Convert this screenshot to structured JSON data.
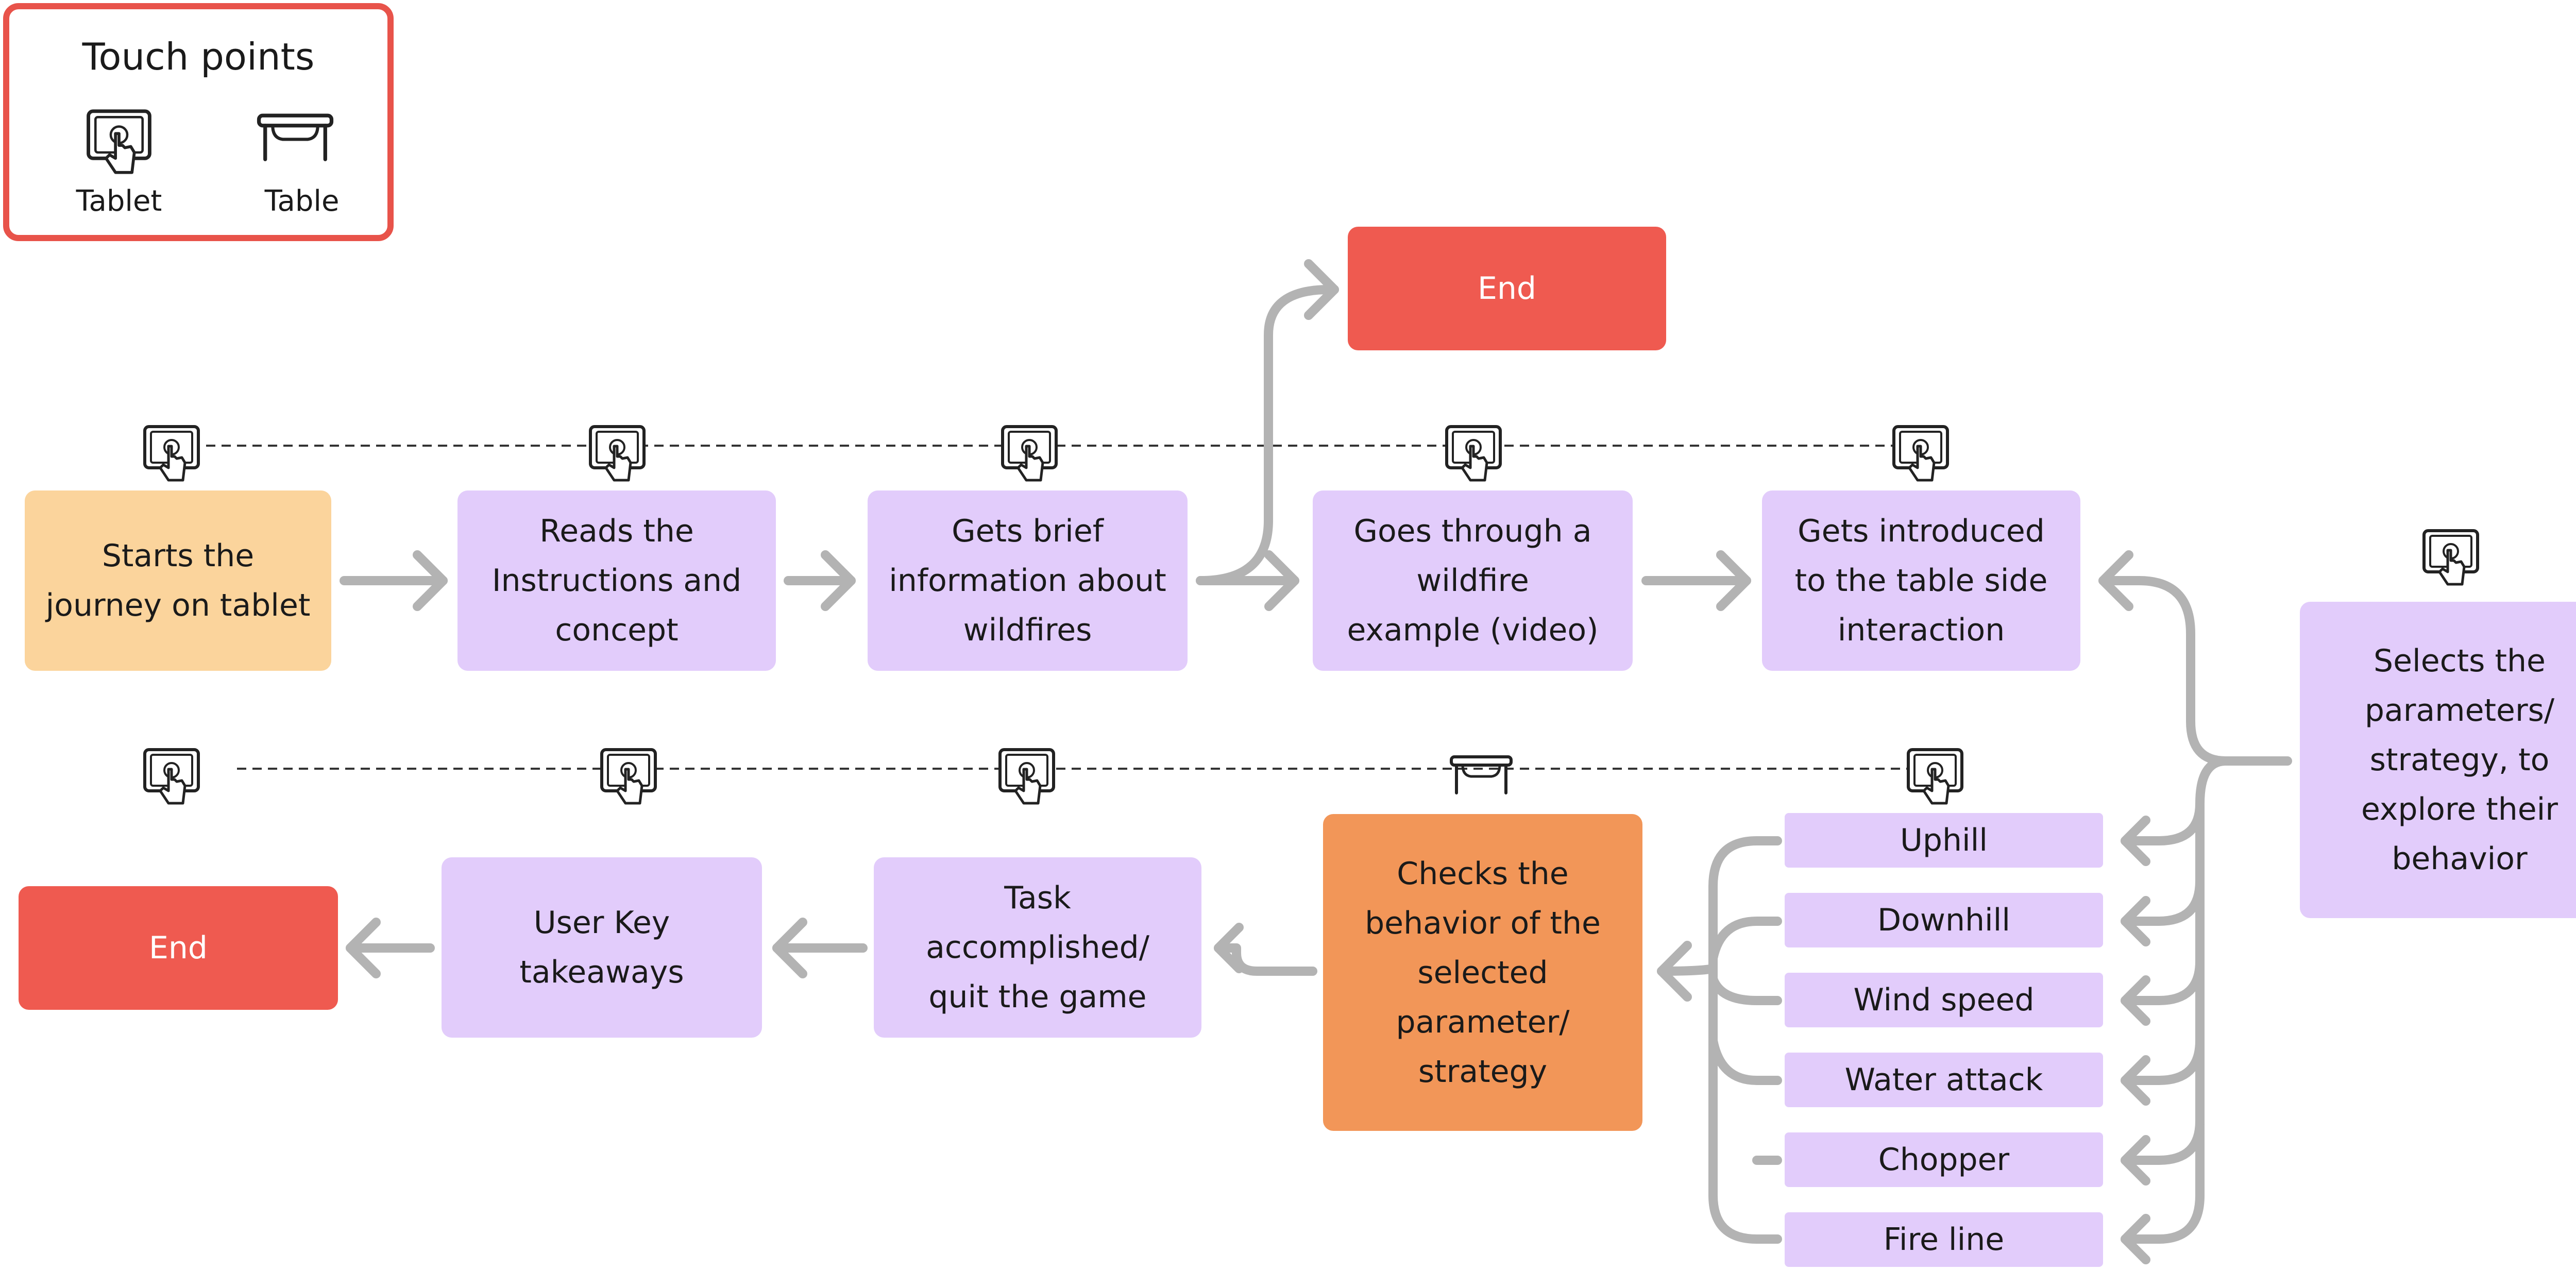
{
  "legend": {
    "title": "Touch points",
    "tablet_label": "Tablet",
    "table_label": "Table",
    "tablet_icon": "tablet-touch-icon",
    "table_icon": "table-icon"
  },
  "nodes": {
    "start": "Starts the\njourney on tablet",
    "reads": "Reads the\nInstructions and\nconcept",
    "brief": "Gets brief\ninformation about\nwildfires",
    "end_top": "End",
    "example": "Goes through a\nwildfire\nexample (video)",
    "table_intro": "Gets introduced\nto the table side\ninteraction",
    "selects": "Selects the\nparameters/\nstrategy, to\nexplore their\nbehavior",
    "checks": "Checks the\nbehavior of the\nselected\nparameter/\nstrategy",
    "task": "Task\naccomplished/\nquit the game",
    "takeaways": "User Key\ntakeaways",
    "end_bottom": "End"
  },
  "parameters": [
    "Uphill",
    "Downhill",
    "Wind speed",
    "Water attack",
    "Chopper",
    "Fire line"
  ],
  "colors": {
    "purple": "#e2ccfb",
    "peach": "#fbd49c",
    "orange": "#f29658",
    "red": "#ef5a50",
    "legend_border": "#e8534a",
    "arrow": "#b3b3b3"
  }
}
